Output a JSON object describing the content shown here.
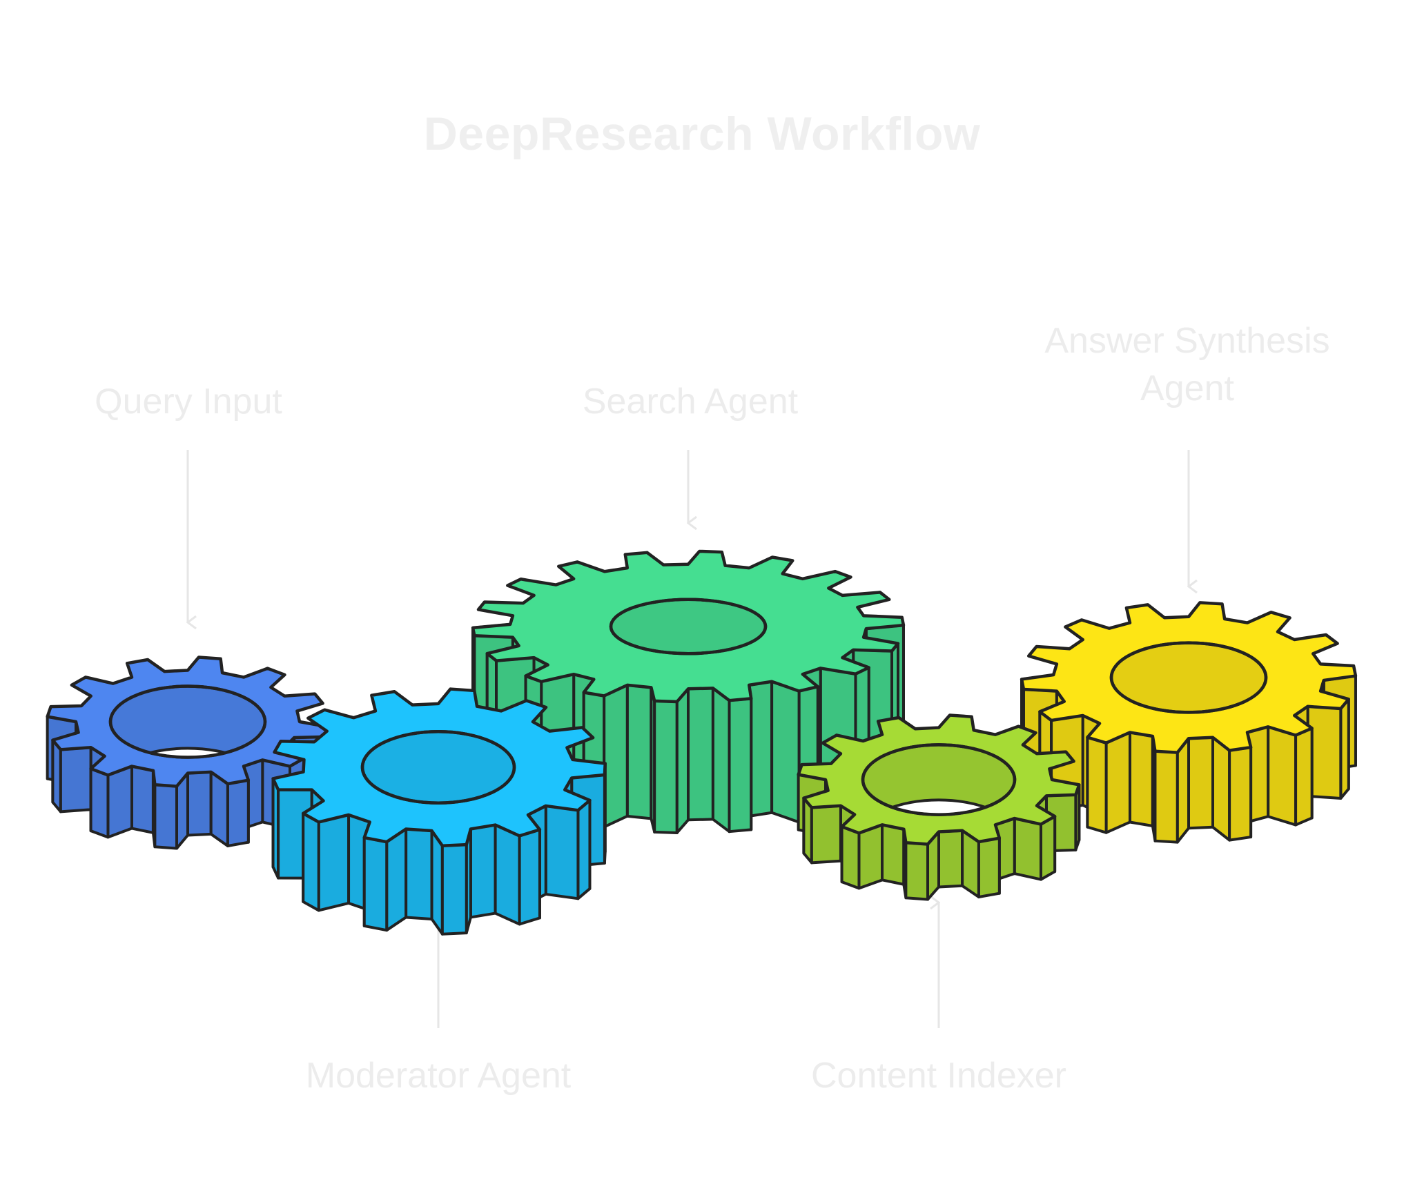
{
  "title": "DeepResearch Workflow",
  "labels": {
    "query_input": "Query Input",
    "search_agent": "Search Agent",
    "answer_synthesis_line1": "Answer Synthesis",
    "answer_synthesis_line2": "Agent",
    "moderator_agent": "Moderator Agent",
    "content_indexer": "Content Indexer"
  },
  "colors": {
    "query_input": "#4E86F0",
    "moderator_agent": "#1EC3FD",
    "search_agent": "#45DE91",
    "content_indexer": "#A6DB35",
    "answer_synthesis": "#FDE515",
    "outline": "#222222",
    "text": "#ececec"
  }
}
